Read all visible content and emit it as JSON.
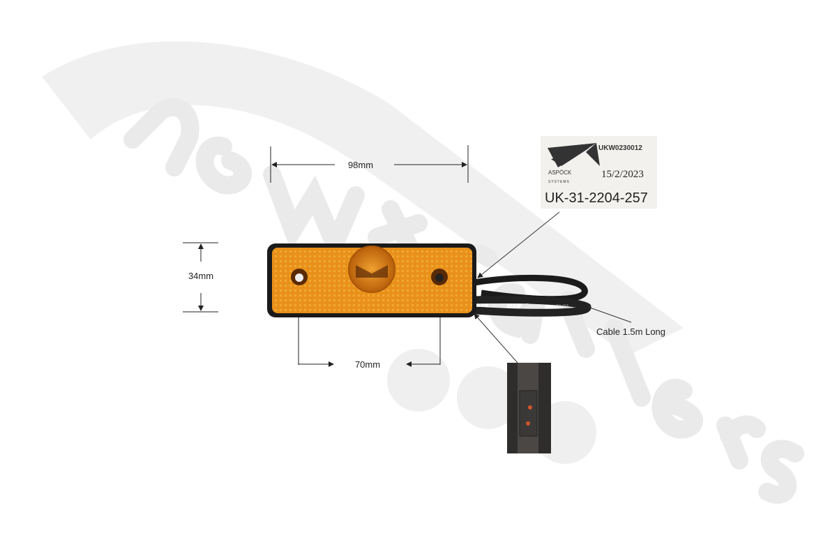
{
  "watermark": "newtrailers",
  "dimensions": {
    "width": "98mm",
    "height": "34mm",
    "hole_spacing": "70mm"
  },
  "cable_label": "Cable 1.5m Long",
  "cable_print": {
    "spec": "2X1.0",
    "code": "17-7213-207",
    "date": "02/22"
  },
  "product_label": {
    "brand": "ASPÖCK",
    "brand_sub": "SYSTEMS",
    "serial": "UKW0230012",
    "date": "15/2/2023",
    "part_number": "UK-31-2204-257"
  },
  "colors": {
    "lamp": "#e8901a",
    "lamp_housing": "#1a1a1a",
    "watermark": "#e6e6e6"
  }
}
